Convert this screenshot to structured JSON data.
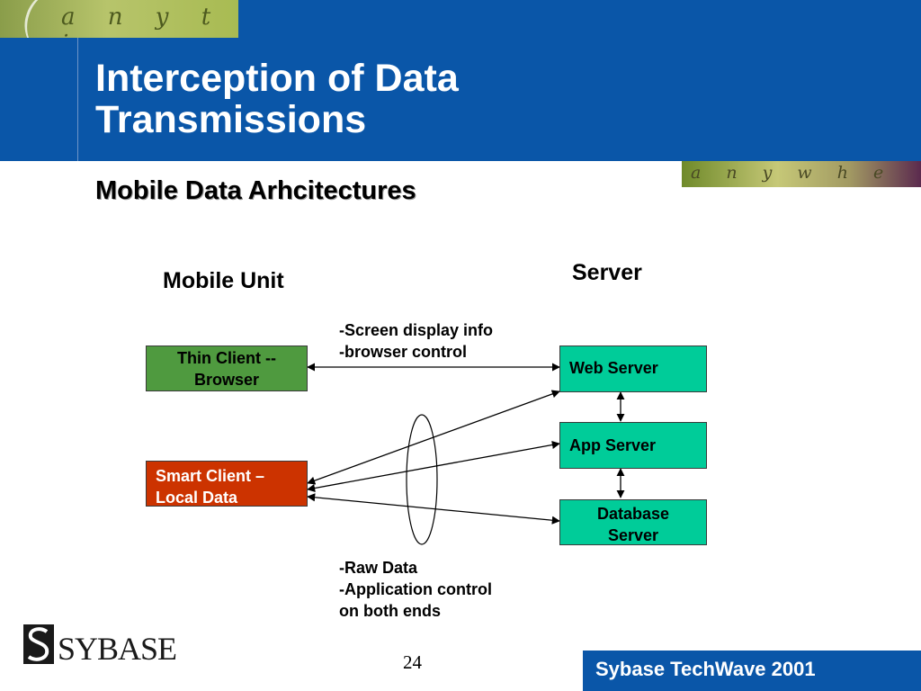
{
  "header": {
    "banner_top": "a n y t i m e",
    "banner_right": "a n y w h e r e",
    "title_line1": "Interception of Data",
    "title_line2": "Transmissions"
  },
  "subtitle": "Mobile Data Arhcitectures",
  "diagram": {
    "mobile_unit_label": "Mobile Unit",
    "server_label": "Server",
    "thin_client_line1": "Thin Client --",
    "thin_client_line2": "Browser",
    "smart_client_line1": "Smart Client –",
    "smart_client_line2": "Local Data",
    "web_server": "Web Server",
    "app_server": "App Server",
    "database_server_line1": "Database",
    "database_server_line2": "Server",
    "thin_note_line1": "-Screen display info",
    "thin_note_line2": "-browser control",
    "smart_note_line1": "-Raw Data",
    "smart_note_line2": "-Application control",
    "smart_note_line3": "on both ends"
  },
  "footer": {
    "logo_text": "SYBASE",
    "page_number": "24",
    "event": "Sybase TechWave 2001"
  },
  "colors": {
    "header_blue": "#0a56a8",
    "thin_client": "#4f9a3f",
    "smart_client": "#cc3300",
    "server_boxes": "#00cc99"
  }
}
